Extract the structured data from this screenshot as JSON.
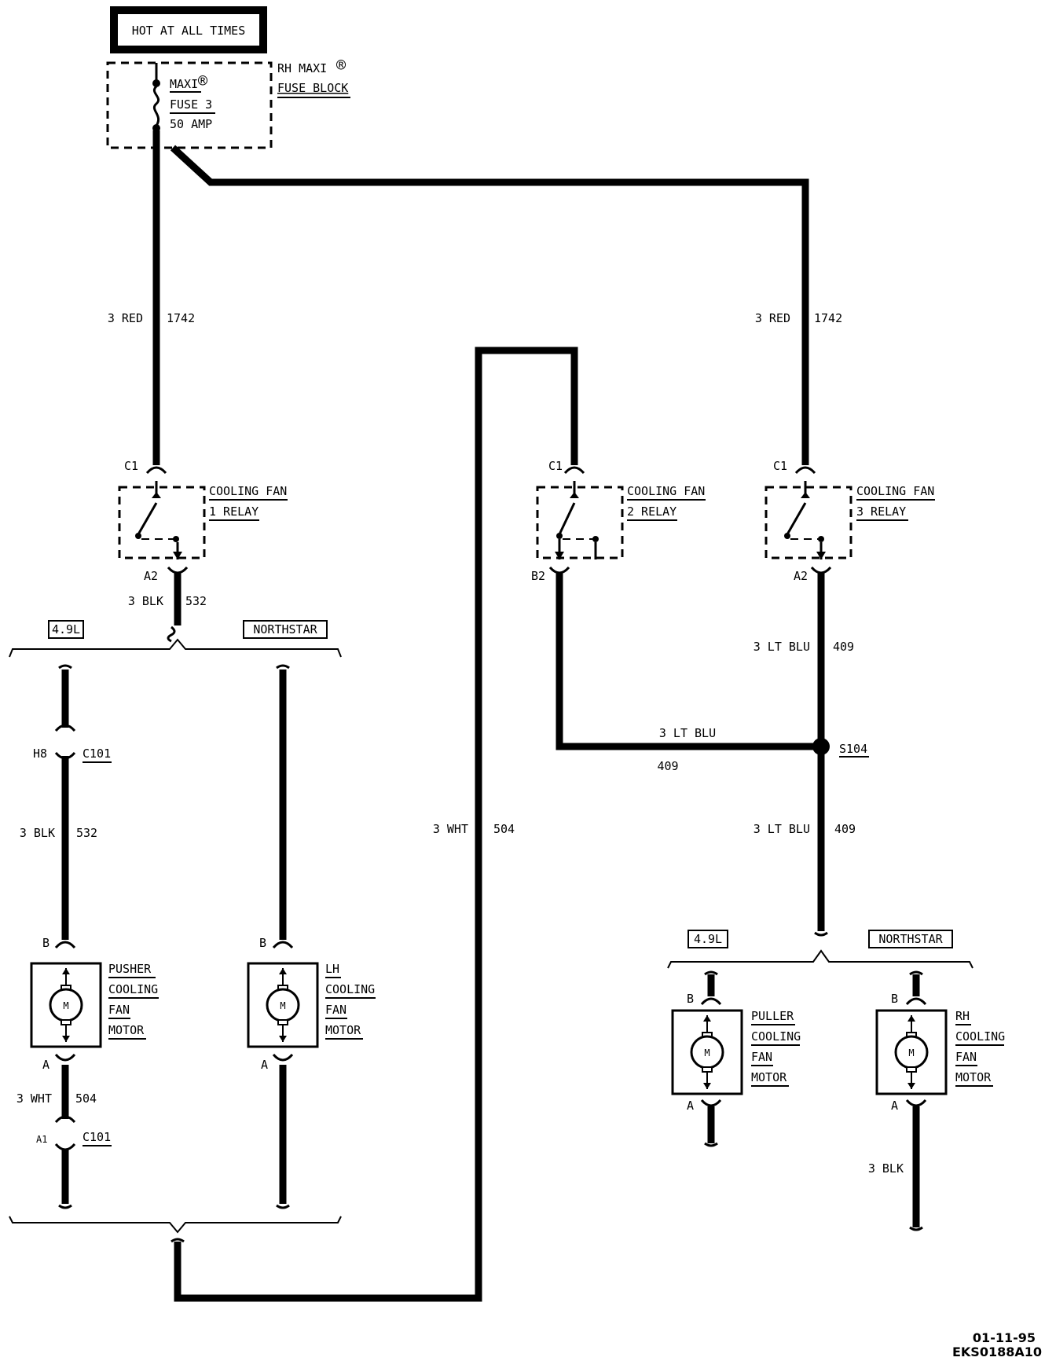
{
  "hot_at_all_times": "HOT AT ALL TIMES",
  "fuse_block": {
    "line1": "RH MAXI",
    "line2": "FUSE BLOCK",
    "registered": "®",
    "fuse_maxi": "MAXI",
    "fuse_number": "FUSE 3",
    "fuse_amp": "50 AMP"
  },
  "wires": {
    "left_feed": {
      "gauge_color": "3 RED",
      "circuit": "1742"
    },
    "right_feed": {
      "gauge_color": "3 RED",
      "circuit": "1742"
    },
    "relay1_out": {
      "gauge_color": "3 BLK",
      "circuit": "532"
    },
    "c101_h8_to_pusher": {
      "gauge_color": "3 BLK",
      "circuit": "532"
    },
    "pusher_out": {
      "gauge_color": "3 WHT",
      "circuit": "504"
    },
    "return_504": {
      "gauge_color": "3 WHT",
      "circuit": "504"
    },
    "relay3_out": {
      "gauge_color": "3 LT BLU",
      "circuit": "409"
    },
    "relay2_to_s104": {
      "gauge_color": "3 LT BLU",
      "circuit": "409"
    },
    "s104_down": {
      "gauge_color": "3 LT BLU",
      "circuit": "409"
    },
    "rh_ground": {
      "gauge_color": "3 BLK"
    }
  },
  "relays": [
    {
      "name_line1": "COOLING FAN",
      "name_line2": "1 RELAY",
      "pin_in": "C1",
      "pin_out": "A2"
    },
    {
      "name_line1": "COOLING FAN",
      "name_line2": "2 RELAY",
      "pin_in": "C1",
      "pin_out": "B2"
    },
    {
      "name_line1": "COOLING FAN",
      "name_line2": "3 RELAY",
      "pin_in": "C1",
      "pin_out": "A2"
    }
  ],
  "options": {
    "left_a": "4.9L",
    "left_b": "NORTHSTAR",
    "right_a": "4.9L",
    "right_b": "NORTHSTAR"
  },
  "connectors": {
    "c101_top_pin": "H8",
    "c101_top_name": "C101",
    "c101_bottom_pin": "A1",
    "c101_bottom_name": "C101",
    "splice": "S104"
  },
  "motors": [
    {
      "lines": [
        "PUSHER",
        "COOLING",
        "FAN",
        "MOTOR"
      ],
      "pin_top": "B",
      "pin_bottom": "A",
      "symbol": "M"
    },
    {
      "lines": [
        "LH",
        "COOLING",
        "FAN",
        "MOTOR"
      ],
      "pin_top": "B",
      "pin_bottom": "A",
      "symbol": "M"
    },
    {
      "lines": [
        "PULLER",
        "COOLING",
        "FAN",
        "MOTOR"
      ],
      "pin_top": "B",
      "pin_bottom": "A",
      "symbol": "M"
    },
    {
      "lines": [
        "RH",
        "COOLING",
        "FAN",
        "MOTOR"
      ],
      "pin_top": "B",
      "pin_bottom": "A",
      "symbol": "M"
    }
  ],
  "footer": {
    "date": "01-11-95",
    "code": "EKS0188A10"
  }
}
